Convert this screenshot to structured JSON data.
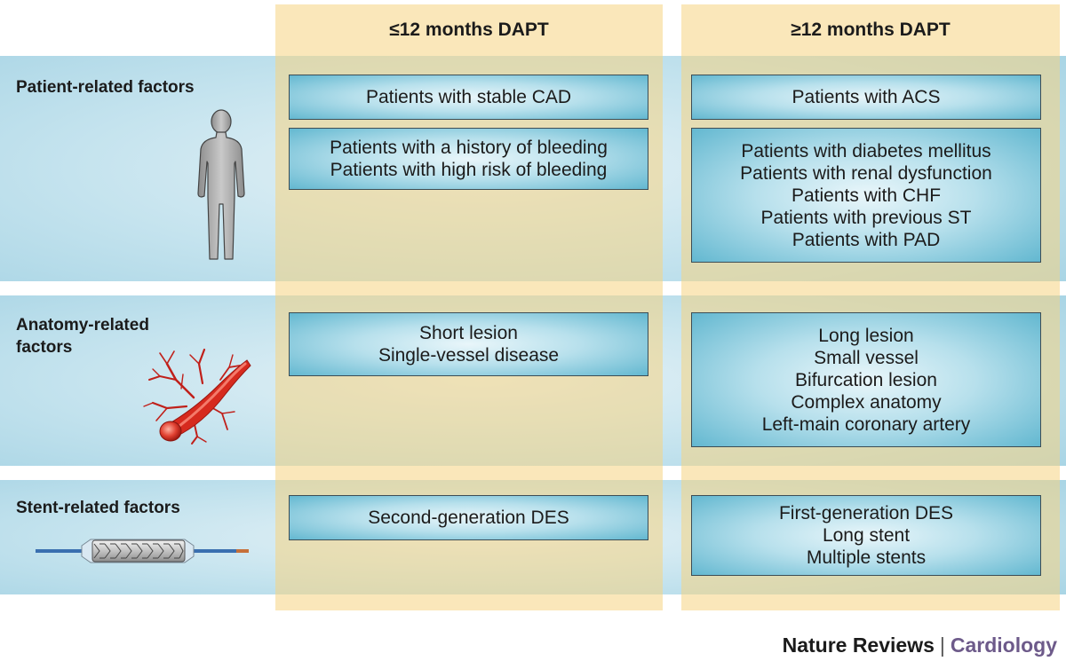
{
  "columns": [
    {
      "label": "≤12 months DAPT"
    },
    {
      "label": "≥12 months DAPT"
    }
  ],
  "rows": [
    {
      "title_lines": [
        "Patient-related factors"
      ],
      "icon": "person-silhouette-icon",
      "left": [
        {
          "lines": [
            "Patients with stable CAD"
          ]
        },
        {
          "lines": [
            "Patients with a history of bleeding",
            "Patients with high risk of bleeding"
          ]
        }
      ],
      "right": [
        {
          "lines": [
            "Patients with ACS"
          ]
        },
        {
          "lines": [
            "Patients with diabetes mellitus",
            "Patients with renal dysfunction",
            "Patients with CHF",
            "Patients with previous ST",
            "Patients with PAD"
          ]
        }
      ]
    },
    {
      "title_lines": [
        "Anatomy-related",
        "factors"
      ],
      "icon": "coronary-artery-icon",
      "left": [
        {
          "lines": [
            "Short lesion",
            "Single-vessel disease"
          ]
        }
      ],
      "right": [
        {
          "lines": [
            "Long lesion",
            "Small vessel",
            "Bifurcation lesion",
            "Complex anatomy",
            "Left-main coronary artery"
          ]
        }
      ]
    },
    {
      "title_lines": [
        "Stent-related factors"
      ],
      "icon": "stent-icon",
      "left": [
        {
          "lines": [
            "Second-generation DES"
          ]
        }
      ],
      "right": [
        {
          "lines": [
            "First-generation DES",
            "Long stent",
            "Multiple stents"
          ]
        }
      ]
    }
  ],
  "credit": {
    "publisher": "Nature Reviews",
    "separator": "|",
    "journal": "Cardiology"
  },
  "colors": {
    "column_band": "#f6d482",
    "row_band": "#a9d5e5",
    "cell_edge": "#5fb6cf",
    "journal": "#6d5a8a"
  }
}
